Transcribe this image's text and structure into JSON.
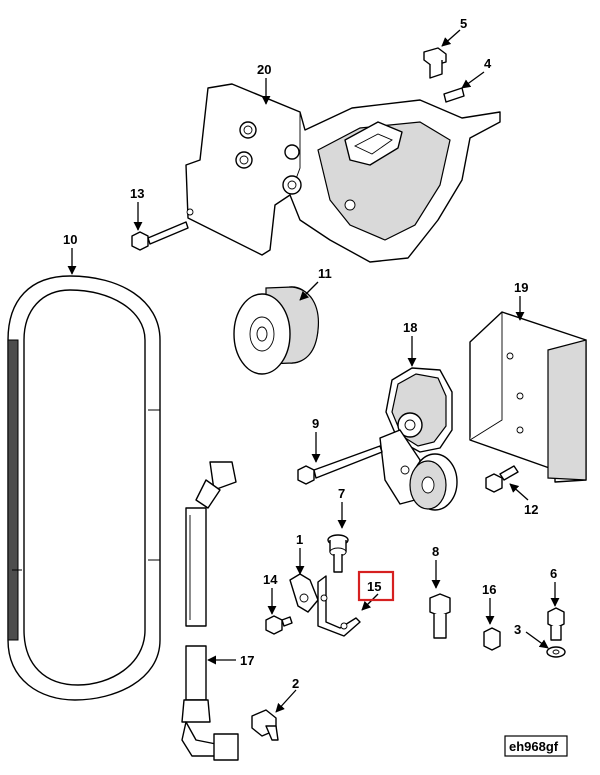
{
  "callouts": {
    "c1": "1",
    "c2": "2",
    "c3": "3",
    "c4": "4",
    "c5": "5",
    "c6": "6",
    "c7": "7",
    "c8": "8",
    "c9": "9",
    "c10": "10",
    "c11": "11",
    "c12": "12",
    "c13": "13",
    "c14": "14",
    "c15": "15",
    "c16": "16",
    "c17": "17",
    "c18": "18",
    "c19": "19",
    "c20": "20"
  },
  "highlighted_callout": "15",
  "highlight_color": "#d62020",
  "figure_ref": "eh968gf"
}
